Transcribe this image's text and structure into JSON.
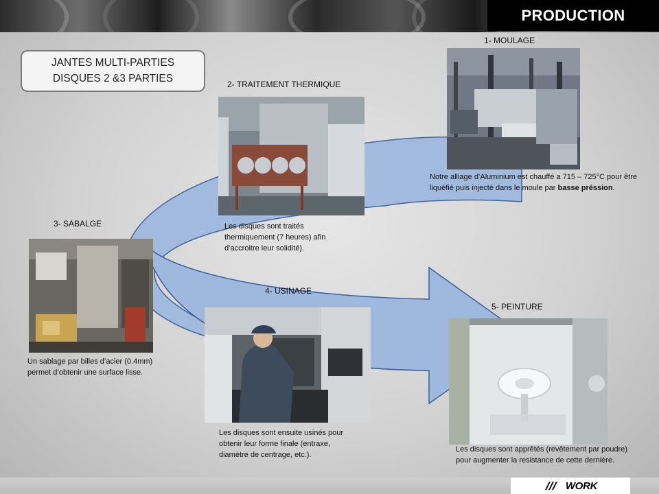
{
  "header": {
    "title": "PRODUCTION"
  },
  "title_box": {
    "line1": "JANTES MULTI-PARTIES",
    "line2": "DISQUES 2 &3 PARTIES"
  },
  "steps": {
    "moulage": {
      "label": "1- MOULAGE",
      "desc_lead": "Notre alliage d’Aluminium est chauffé a 715 – 725°C pour être liquéfié puis injecté dans le moule par ",
      "desc_bold": "basse préssion",
      "desc_tail": "."
    },
    "traitement": {
      "label": "2- TRAITEMENT THERMIQUE",
      "desc": "Les disques  sont traités thermiquement (7 heures) afin d’accroitre leur solidité)."
    },
    "sablage": {
      "label": "3- SABALGE",
      "desc": "Un sablage par billes d’acier (0.4mm) permet d’obtenir une surface lisse."
    },
    "usinage": {
      "label": "4- USINAGE",
      "desc": "Les disques  sont ensuite usinés pour obtenir leur forme finale (entraxe, diamètre de centrage, etc.)."
    },
    "peinture": {
      "label": "5- PEINTURE",
      "desc": "Les disques  sont apprêtés (revêtement par poudre) pour augmenter la resistance de cette dernière."
    }
  },
  "footer": {
    "logo_text": "WORK"
  },
  "colors": {
    "arrow_fill": "#9fb9de",
    "arrow_stroke": "#3a5f9a",
    "header_bg": "#000000"
  },
  "icons": {
    "logo": "work-logo-icon"
  }
}
